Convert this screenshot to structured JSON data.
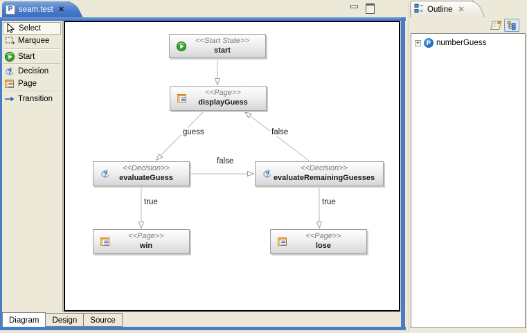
{
  "editor": {
    "tab": {
      "title": "seam.test"
    },
    "palette": {
      "items": [
        {
          "label": "Select",
          "selected": true
        },
        {
          "label": "Marquee",
          "selected": false
        },
        {
          "label": "Start",
          "selected": false
        },
        {
          "label": "Decision",
          "selected": false
        },
        {
          "label": "Page",
          "selected": false
        },
        {
          "label": "Transition",
          "selected": false
        }
      ]
    },
    "diagram": {
      "nodes": [
        {
          "stereotype": "<<Start State>>",
          "name": "start"
        },
        {
          "stereotype": "<<Page>>",
          "name": "displayGuess"
        },
        {
          "stereotype": "<<Decision>>",
          "name": "evaluateGuess"
        },
        {
          "stereotype": "<<Decision>>",
          "name": "evaluateRemainingGuesses"
        },
        {
          "stereotype": "<<Page>>",
          "name": "win"
        },
        {
          "stereotype": "<<Page>>",
          "name": "lose"
        }
      ],
      "transitions": [
        {
          "label": "guess"
        },
        {
          "label": "false"
        },
        {
          "label": "false"
        },
        {
          "label": "true"
        },
        {
          "label": "true"
        }
      ]
    },
    "bottom_tabs": [
      {
        "label": "Diagram",
        "active": true
      },
      {
        "label": "Design",
        "active": false
      },
      {
        "label": "Source",
        "active": false
      }
    ]
  },
  "outline": {
    "tab": {
      "title": "Outline"
    },
    "tree": [
      {
        "label": "numberGuess"
      }
    ]
  },
  "icons": {
    "close": "✕",
    "file_letter": "P",
    "tree_node_letter": "P",
    "expand_plus": "+"
  },
  "colors": {
    "accent_blue": "#4a7cc8",
    "background": "#ece9d8",
    "canvas": "#ffffff",
    "node_border": "#a0a0a0",
    "stereotype_text": "#7b7b7b"
  }
}
